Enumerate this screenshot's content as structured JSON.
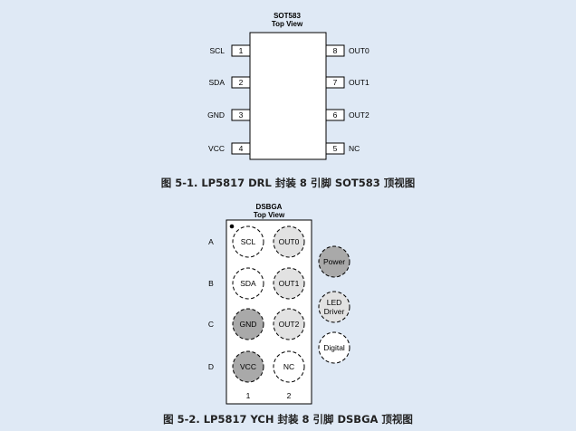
{
  "sot583": {
    "title": "SOT583",
    "subtitle": "Top View",
    "left_pins": [
      {
        "name": "SCL",
        "number": "1"
      },
      {
        "name": "SDA",
        "number": "2"
      },
      {
        "name": "GND",
        "number": "3"
      },
      {
        "name": "VCC",
        "number": "4"
      }
    ],
    "right_pins": [
      {
        "name": "OUT0",
        "number": "8"
      },
      {
        "name": "OUT1",
        "number": "7"
      },
      {
        "name": "OUT2",
        "number": "6"
      },
      {
        "name": "NC",
        "number": "5"
      }
    ],
    "caption": "图 5-1. LP5817 DRL 封装 8 引脚 SOT583 顶视图"
  },
  "dsbga": {
    "title": "DSBGA",
    "subtitle": "Top View",
    "row_labels": [
      "A",
      "B",
      "C",
      "D"
    ],
    "col_labels": [
      "1",
      "2"
    ],
    "balls": [
      [
        "SCL",
        "OUT0"
      ],
      [
        "SDA",
        "OUT1"
      ],
      [
        "GND",
        "OUT2"
      ],
      [
        "VCC",
        "NC"
      ]
    ],
    "ball_types": [
      [
        "digital",
        "led"
      ],
      [
        "digital",
        "led"
      ],
      [
        "power",
        "led"
      ],
      [
        "power",
        "digital"
      ]
    ],
    "legend": [
      {
        "label": "Power",
        "type": "power"
      },
      {
        "label": "LED\nDriver",
        "type": "led"
      },
      {
        "label": "Digital",
        "type": "digital"
      }
    ],
    "caption": "图 5-2. LP5817 YCH 封装 8 引脚 DSBGA 顶视图"
  },
  "colors": {
    "background": "#dfe9f5",
    "body_fill": "#ffffff",
    "power": "#a9a9a9",
    "led": "#e2e2e2",
    "digital": "#ffffff",
    "stroke": "#000000"
  }
}
